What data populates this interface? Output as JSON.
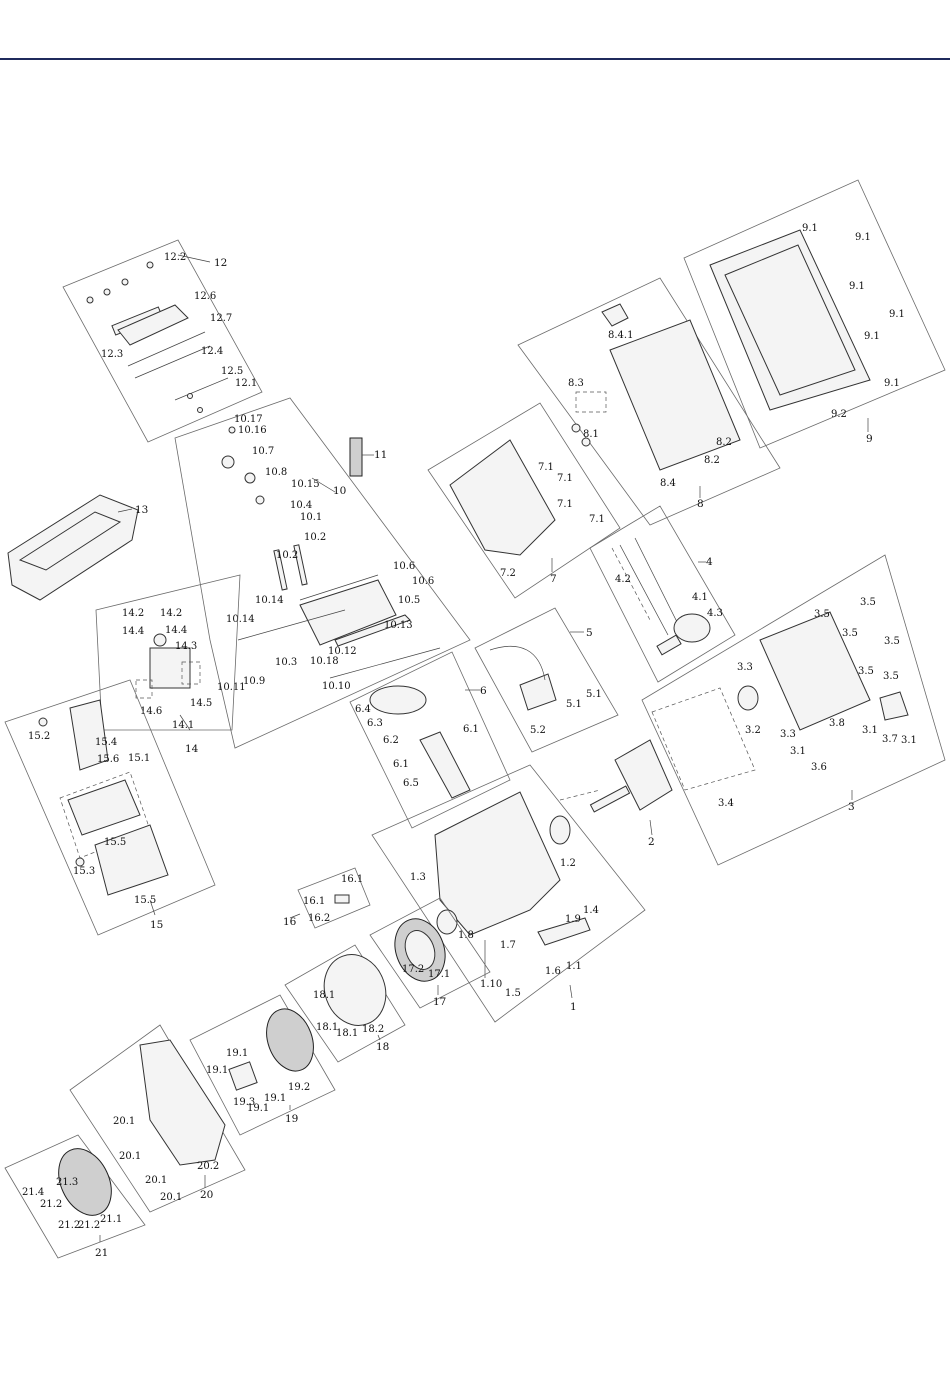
{
  "colors": {
    "header_rule": "#1f2a5c",
    "line": "#333333",
    "panel": "#6b6b6b"
  },
  "groups": {
    "g1": "1",
    "g2": "2",
    "g3": "3",
    "g4": "4",
    "g5": "5",
    "g6": "6",
    "g7": "7",
    "g8": "8",
    "g9": "9",
    "g10": "10",
    "g11": "11",
    "g12": "12",
    "g13": "13",
    "g14": "14",
    "g15": "15",
    "g16": "16",
    "g17": "17",
    "g18": "18",
    "g19": "19",
    "g20": "20",
    "g21": "21"
  },
  "labels": {
    "l12_2": "12.2",
    "l12_6": "12.6",
    "l12_7": "12.7",
    "l12_3": "12.3",
    "l12_4": "12.4",
    "l12_5": "12.5",
    "l12_1": "12.1",
    "l10_17": "10.17",
    "l10_16": "10.16",
    "l10_7": "10.7",
    "l10_8": "10.8",
    "l10_15": "10.15",
    "l10_4": "10.4",
    "l10_1": "10.1",
    "l10_2a": "10.2",
    "l10_2b": "10.2",
    "l10_14a": "10.14",
    "l10_14b": "10.14",
    "l10_6a": "10.6",
    "l10_6b": "10.6",
    "l10_5": "10.5",
    "l10_13": "10.13",
    "l10_3": "10.3",
    "l10_18": "10.18",
    "l10_12": "10.12",
    "l10_11": "10.11",
    "l10_9": "10.9",
    "l10_10": "10.10",
    "l14_2a": "14.2",
    "l14_2b": "14.2",
    "l14_4a": "14.4",
    "l14_4b": "14.4",
    "l14_3": "14.3",
    "l14_6": "14.6",
    "l14_5": "14.5",
    "l14_1": "14.1",
    "l15_2": "15.2",
    "l15_4": "15.4",
    "l15_6": "15.6",
    "l15_1": "15.1",
    "l15_5a": "15.5",
    "l15_3": "15.3",
    "l15_5b": "15.5",
    "l8_4_1": "8.4.1",
    "l8_3": "8.3",
    "l8_1": "8.1",
    "l8_2a": "8.2",
    "l8_2b": "8.2",
    "l8_4": "8.4",
    "l9_1a": "9.1",
    "l9_1b": "9.1",
    "l9_1c": "9.1",
    "l9_1d": "9.1",
    "l9_1e": "9.1",
    "l9_1f": "9.1",
    "l9_2": "9.2",
    "l7_1a": "7.1",
    "l7_1b": "7.1",
    "l7_1c": "7.1",
    "l7_1d": "7.1",
    "l7_2": "7.2",
    "l4_2": "4.2",
    "l4_1": "4.1",
    "l4_3": "4.3",
    "l3_5a": "3.5",
    "l3_5b": "3.5",
    "l3_5c": "3.5",
    "l3_5d": "3.5",
    "l3_5e": "3.5",
    "l3_5f": "3.5",
    "l3_3a": "3.3",
    "l3_3b": "3.3",
    "l3_2": "3.2",
    "l3_8": "3.8",
    "l3_1a": "3.1",
    "l3_1b": "3.1",
    "l3_1c": "3.1",
    "l3_7": "3.7",
    "l3_6": "3.6",
    "l3_4": "3.4",
    "l5_2": "5.2",
    "l5_1a": "5.1",
    "l5_1b": "5.1",
    "l6_4": "6.4",
    "l6_3": "6.3",
    "l6_2": "6.2",
    "l6_1a": "6.1",
    "l6_1b": "6.1",
    "l6_5": "6.5",
    "l1_2": "1.2",
    "l1_3": "1.3",
    "l1_4": "1.4",
    "l1_9": "1.9",
    "l1_8": "1.8",
    "l1_7": "1.7",
    "l1_6": "1.6",
    "l1_1": "1.1",
    "l1_10": "1.10",
    "l1_5": "1.5",
    "l16_1a": "16.1",
    "l16_1b": "16.1",
    "l16_2": "16.2",
    "l17_2": "17.2",
    "l17_1": "17.1",
    "l18_1a": "18.1",
    "l18_1b": "18.1",
    "l18_1c": "18.1",
    "l18_2": "18.2",
    "l19_1a": "19.1",
    "l19_1b": "19.1",
    "l19_1c": "19.1",
    "l19_1d": "19.1",
    "l19_3": "19.3",
    "l19_2": "19.2",
    "l20_1a": "20.1",
    "l20_1b": "20.1",
    "l20_1c": "20.1",
    "l20_1d": "20.1",
    "l20_2": "20.2",
    "l21_4": "21.4",
    "l21_3": "21.3",
    "l21_2a": "21.2",
    "l21_2b": "21.2",
    "l21_2c": "21.2",
    "l21_1": "21.1"
  }
}
